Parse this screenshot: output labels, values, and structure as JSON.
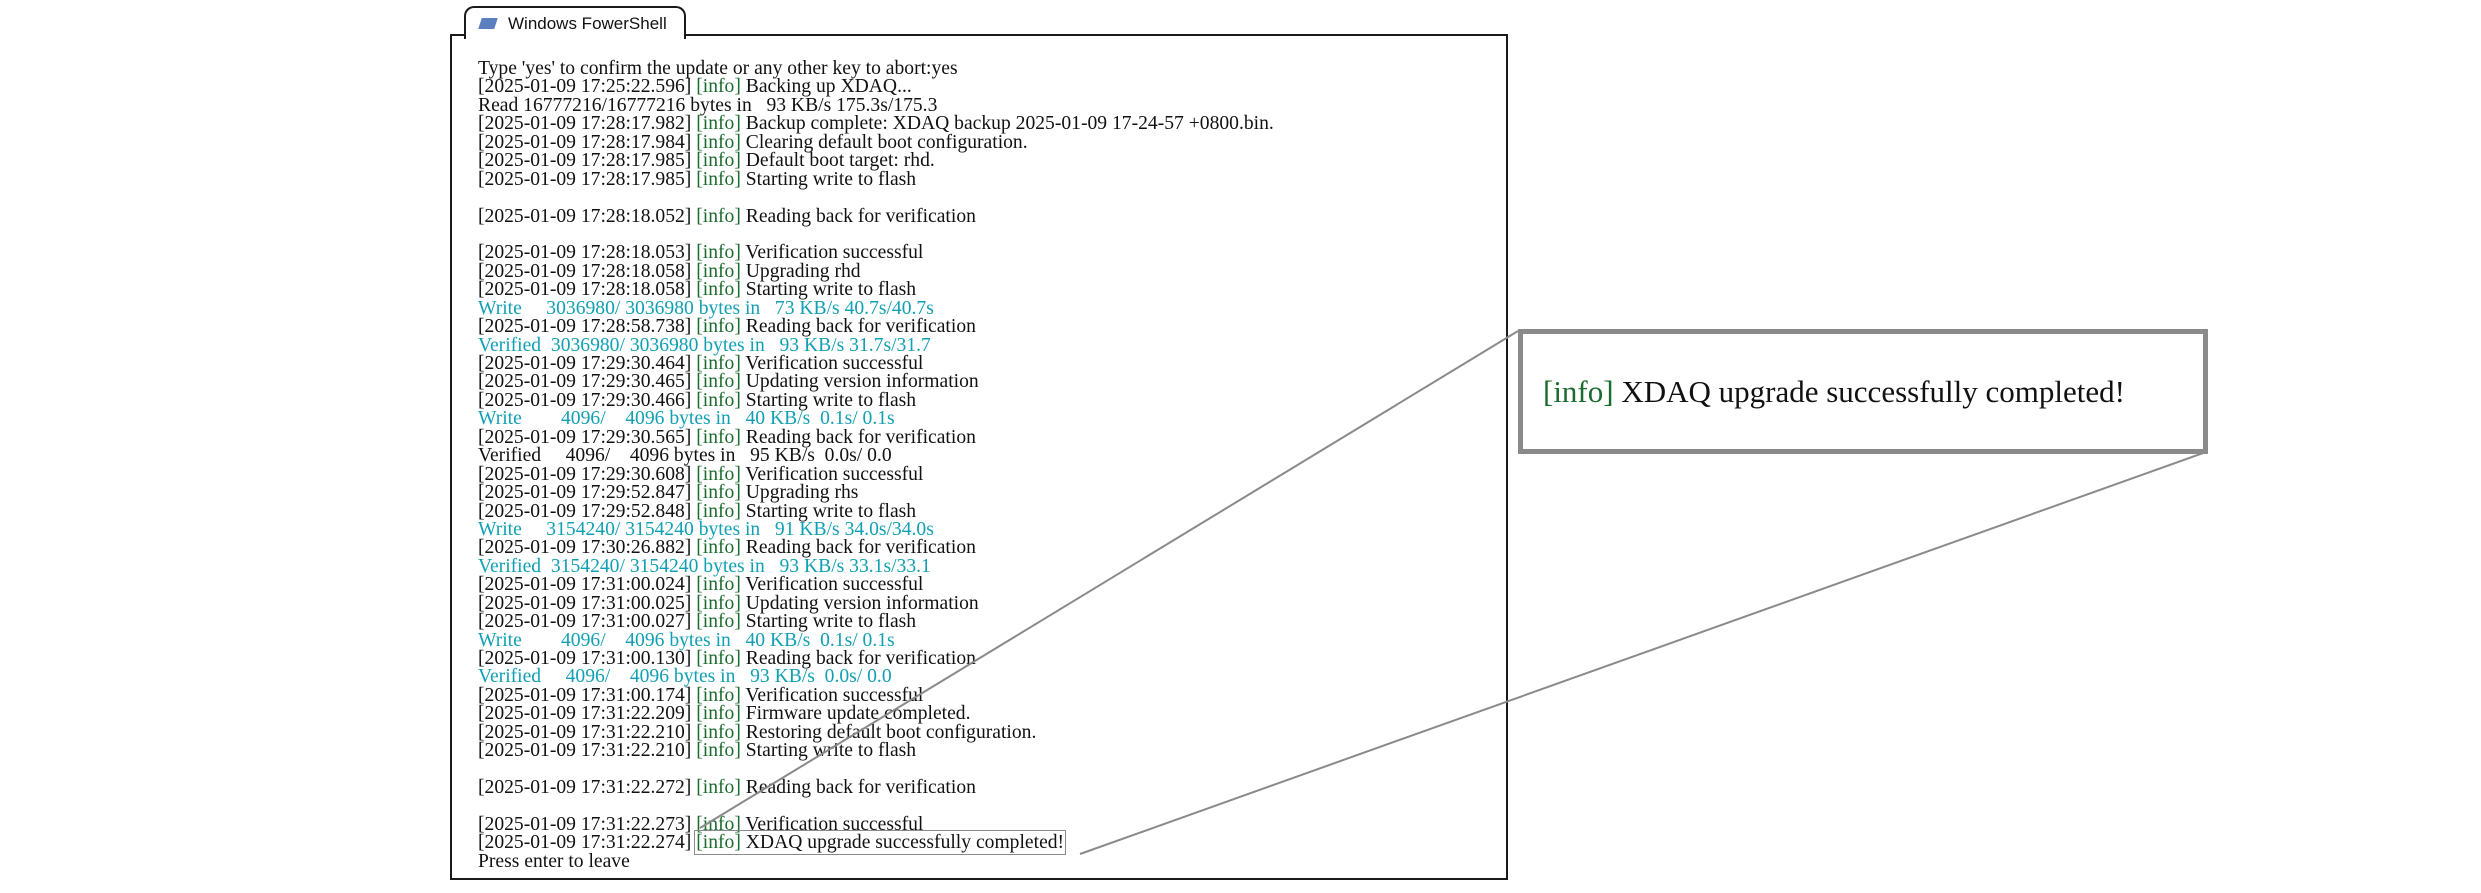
{
  "window": {
    "title": "Windows FowerShell",
    "icon": "powershell-icon"
  },
  "colors": {
    "info": "#1b6b2e",
    "progress": "#11a0b3",
    "text": "#111111"
  },
  "console_lines": [
    {
      "type": "plain",
      "text": "Type 'yes' to confirm the update or any other key to abort:yes"
    },
    {
      "type": "log",
      "ts": "[2025-01-09 17:25:22.596]",
      "lvl": "[info]",
      "msg": "Backing up XDAQ..."
    },
    {
      "type": "plain",
      "text": "Read 16777216/16777216 bytes in   93 KB/s 175.3s/175.3"
    },
    {
      "type": "log",
      "ts": "[2025-01-09 17:28:17.982]",
      "lvl": "[info]",
      "msg": "Backup complete: XDAQ backup 2025-01-09 17-24-57 +0800.bin."
    },
    {
      "type": "log",
      "ts": "[2025-01-09 17:28:17.984]",
      "lvl": "[info]",
      "msg": "Clearing default boot configuration."
    },
    {
      "type": "log",
      "ts": "[2025-01-09 17:28:17.985]",
      "lvl": "[info]",
      "msg": "Default boot target: rhd."
    },
    {
      "type": "log",
      "ts": "[2025-01-09 17:28:17.985]",
      "lvl": "[info]",
      "msg": "Starting write to flash"
    },
    {
      "type": "blank"
    },
    {
      "type": "log",
      "ts": "[2025-01-09 17:28:18.052]",
      "lvl": "[info]",
      "msg": "Reading back for verification"
    },
    {
      "type": "blank"
    },
    {
      "type": "log",
      "ts": "[2025-01-09 17:28:18.053]",
      "lvl": "[info]",
      "msg": "Verification successful"
    },
    {
      "type": "log",
      "ts": "[2025-01-09 17:28:18.058]",
      "lvl": "[info]",
      "msg": "Upgrading rhd"
    },
    {
      "type": "log",
      "ts": "[2025-01-09 17:28:18.058]",
      "lvl": "[info]",
      "msg": "Starting write to flash"
    },
    {
      "type": "progress",
      "text": "Write     3036980/ 3036980 bytes in   73 KB/s 40.7s/40.7s"
    },
    {
      "type": "log",
      "ts": "[2025-01-09 17:28:58.738]",
      "lvl": "[info]",
      "msg": "Reading back for verification"
    },
    {
      "type": "progress",
      "text": "Verified  3036980/ 3036980 bytes in   93 KB/s 31.7s/31.7"
    },
    {
      "type": "log",
      "ts": "[2025-01-09 17:29:30.464]",
      "lvl": "[info]",
      "msg": "Verification successful"
    },
    {
      "type": "log",
      "ts": "[2025-01-09 17:29:30.465]",
      "lvl": "[info]",
      "msg": "Updating version information"
    },
    {
      "type": "log",
      "ts": "[2025-01-09 17:29:30.466]",
      "lvl": "[info]",
      "msg": "Starting write to flash"
    },
    {
      "type": "progress",
      "text": "Write        4096/    4096 bytes in   40 KB/s  0.1s/ 0.1s"
    },
    {
      "type": "log",
      "ts": "[2025-01-09 17:29:30.565]",
      "lvl": "[info]",
      "msg": "Reading back for verification"
    },
    {
      "type": "plain",
      "text": "Verified     4096/    4096 bytes in   95 KB/s  0.0s/ 0.0"
    },
    {
      "type": "log",
      "ts": "[2025-01-09 17:29:30.608]",
      "lvl": "[info]",
      "msg": "Verification successful"
    },
    {
      "type": "log",
      "ts": "[2025-01-09 17:29:52.847]",
      "lvl": "[info]",
      "msg": "Upgrading rhs"
    },
    {
      "type": "log",
      "ts": "[2025-01-09 17:29:52.848]",
      "lvl": "[info]",
      "msg": "Starting write to flash"
    },
    {
      "type": "progress",
      "text": "Write     3154240/ 3154240 bytes in   91 KB/s 34.0s/34.0s"
    },
    {
      "type": "log",
      "ts": "[2025-01-09 17:30:26.882]",
      "lvl": "[info]",
      "msg": "Reading back for verification"
    },
    {
      "type": "progress",
      "text": "Verified  3154240/ 3154240 bytes in   93 KB/s 33.1s/33.1"
    },
    {
      "type": "log",
      "ts": "[2025-01-09 17:31:00.024]",
      "lvl": "[info]",
      "msg": "Verification successful"
    },
    {
      "type": "log",
      "ts": "[2025-01-09 17:31:00.025]",
      "lvl": "[info]",
      "msg": "Updating version information"
    },
    {
      "type": "log",
      "ts": "[2025-01-09 17:31:00.027]",
      "lvl": "[info]",
      "msg": "Starting write to flash"
    },
    {
      "type": "progress",
      "text": "Write        4096/    4096 bytes in   40 KB/s  0.1s/ 0.1s"
    },
    {
      "type": "log",
      "ts": "[2025-01-09 17:31:00.130]",
      "lvl": "[info]",
      "msg": "Reading back for verification"
    },
    {
      "type": "progress",
      "text": "Verified     4096/    4096 bytes in   93 KB/s  0.0s/ 0.0"
    },
    {
      "type": "log",
      "ts": "[2025-01-09 17:31:00.174]",
      "lvl": "[info]",
      "msg": "Verification successful"
    },
    {
      "type": "log",
      "ts": "[2025-01-09 17:31:22.209]",
      "lvl": "[info]",
      "msg": "Firmware update completed."
    },
    {
      "type": "log",
      "ts": "[2025-01-09 17:31:22.210]",
      "lvl": "[info]",
      "msg": "Restoring default boot configuration."
    },
    {
      "type": "log",
      "ts": "[2025-01-09 17:31:22.210]",
      "lvl": "[info]",
      "msg": "Starting write to flash"
    },
    {
      "type": "blank"
    },
    {
      "type": "log",
      "ts": "[2025-01-09 17:31:22.272]",
      "lvl": "[info]",
      "msg": "Reading back for verification"
    },
    {
      "type": "blank"
    },
    {
      "type": "log",
      "ts": "[2025-01-09 17:31:22.273]",
      "lvl": "[info]",
      "msg": "Verification successful"
    },
    {
      "type": "log",
      "ts": "[2025-01-09 17:31:22.274]",
      "lvl": "[info]",
      "msg": "XDAQ upgrade successfully completed!",
      "highlight": true
    },
    {
      "type": "plain",
      "text": "Press enter to leave"
    }
  ],
  "callout": {
    "lvl": "[info]",
    "msg": "XDAQ upgrade successfully completed!"
  }
}
